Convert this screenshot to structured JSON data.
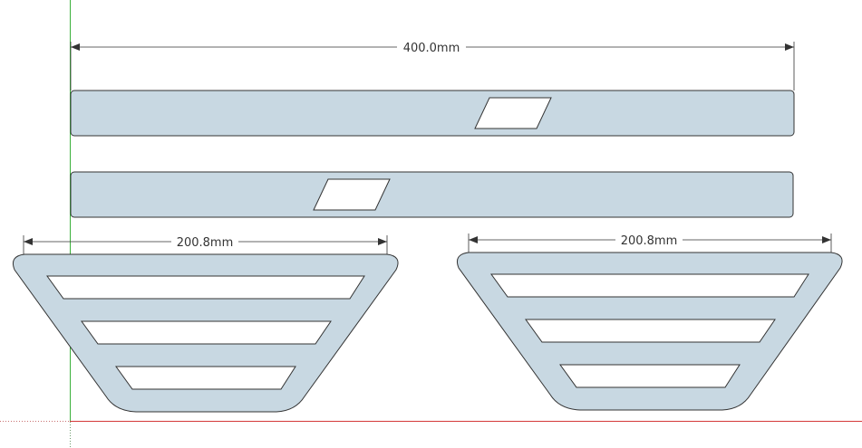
{
  "dimensions": {
    "top_width": "400.0mm",
    "left_width": "200.8mm",
    "right_width": "200.8mm"
  },
  "colors": {
    "part_fill": "#c8d8e2",
    "outline": "#333333",
    "axis_green": "#3bb13b",
    "axis_red": "#d43a3a"
  }
}
